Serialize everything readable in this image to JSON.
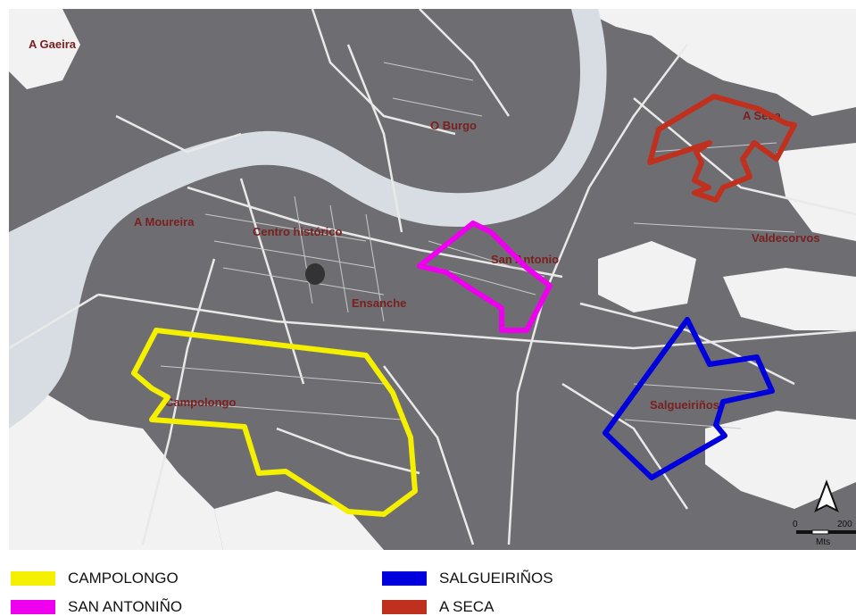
{
  "map": {
    "places": [
      "A Gaeira",
      "O Burgo",
      "A Seca",
      "A Moureira",
      "Centro histórico",
      "San Antonio",
      "Valdecorvos",
      "Ensanche",
      "Campolongo",
      "Salgueiriños"
    ],
    "scale": {
      "start": "0",
      "end": "200",
      "unit": "Mts"
    },
    "compass": "north-arrow-icon"
  },
  "legend": {
    "items": [
      {
        "label": "CAMPOLONGO",
        "color": "#f5f000"
      },
      {
        "label": "SAN ANTONIÑO",
        "color": "#ee00ee"
      },
      {
        "label": "SALGUEIRIÑOS",
        "color": "#0000dd"
      },
      {
        "label": "A SECA",
        "color": "#c0301e"
      }
    ]
  }
}
